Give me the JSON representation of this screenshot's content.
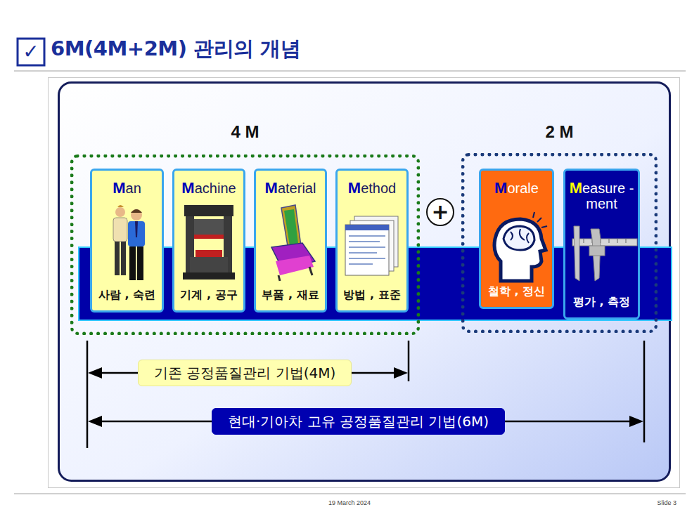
{
  "diagram": {
    "title": "6M(4M+2M) 관리의 개념",
    "nodes": [
      {
        "text": [
          "4 M"
        ]
      },
      {
        "text": [
          "Man",
          "사람 , 숙련"
        ],
        "in": 0
      },
      {
        "text": [
          "Machine",
          "기계 , 공구"
        ],
        "in": 0
      },
      {
        "text": [
          "Material",
          "부품 , 재료"
        ],
        "in": 0
      },
      {
        "text": [
          "Method",
          "방법 , 표준"
        ],
        "in": 0
      },
      {
        "text": [
          "+"
        ]
      },
      {
        "text": [
          "2 M"
        ]
      },
      {
        "text": [
          "Morale",
          "철학 , 정신"
        ],
        "in": 6
      },
      {
        "text": [
          "Measure -ment",
          "평가 , 측정"
        ],
        "in": 6
      },
      {
        "text": [
          "기존 공정품질관리 기법(4M)"
        ]
      },
      {
        "text": [
          "현대·기아차 고유 공정품질관리 기법(6M)"
        ]
      }
    ],
    "labels": [
      "✓",
      "19 March 2024",
      "Slide 3"
    ]
  }
}
